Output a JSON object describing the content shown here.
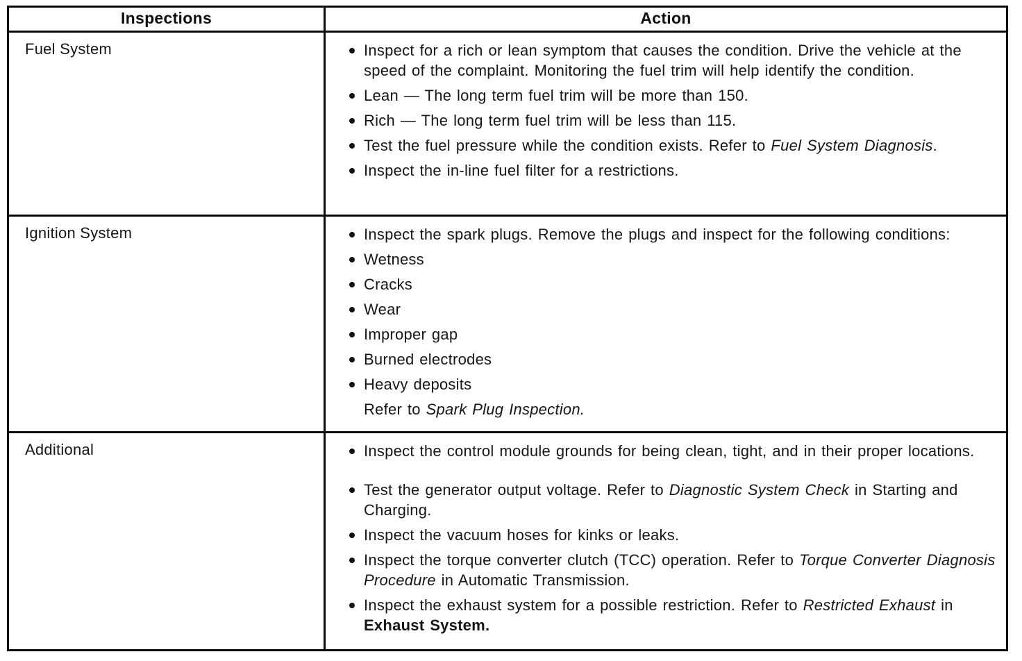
{
  "page": {
    "background": "#ffffff",
    "text_color": "#161616",
    "border_color": "#0a0a0a"
  },
  "table": {
    "headers": [
      "Inspections",
      "Action"
    ],
    "rows": [
      {
        "inspection": "Fuel System",
        "actions": [
          {
            "bullet": true,
            "segments": [
              {
                "text": "Inspect for a rich or lean symptom that causes the condition. Drive the vehicle at the speed of the complaint. Monitoring the fuel trim will help identify the condition."
              }
            ]
          },
          {
            "bullet": true,
            "segments": [
              {
                "text": "Lean — The long term fuel trim will be more than 150."
              }
            ]
          },
          {
            "bullet": true,
            "segments": [
              {
                "text": "Rich — The long term fuel trim will be less than 115."
              }
            ]
          },
          {
            "bullet": true,
            "segments": [
              {
                "text": "Test the fuel pressure while the condition exists. Refer to "
              },
              {
                "text": "Fuel System Diagnosis",
                "italic": true
              },
              {
                "text": "."
              }
            ]
          },
          {
            "bullet": true,
            "segments": [
              {
                "text": "Inspect the in-line fuel filter for a restrictions."
              }
            ]
          }
        ]
      },
      {
        "inspection": "Ignition System",
        "actions": [
          {
            "bullet": true,
            "segments": [
              {
                "text": "Inspect the spark plugs. Remove the plugs and inspect for the following conditions:"
              }
            ]
          },
          {
            "bullet": true,
            "segments": [
              {
                "text": "Wetness"
              }
            ]
          },
          {
            "bullet": true,
            "segments": [
              {
                "text": "Cracks"
              }
            ]
          },
          {
            "bullet": true,
            "segments": [
              {
                "text": "Wear"
              }
            ]
          },
          {
            "bullet": true,
            "segments": [
              {
                "text": "Improper gap"
              }
            ]
          },
          {
            "bullet": true,
            "segments": [
              {
                "text": "Burned electrodes"
              }
            ]
          },
          {
            "bullet": true,
            "segments": [
              {
                "text": "Heavy deposits"
              }
            ]
          },
          {
            "bullet": false,
            "segments": [
              {
                "text": "Refer to "
              },
              {
                "text": "Spark Plug Inspection.",
                "italic": true
              }
            ]
          }
        ]
      },
      {
        "inspection": "Additional",
        "actions": [
          {
            "bullet": true,
            "segments": [
              {
                "text": "Inspect the control module grounds for being clean, tight, and in their proper locations."
              }
            ]
          },
          {
            "bullet": true,
            "spacer_before": true,
            "segments": [
              {
                "text": "Test the generator output voltage. Refer to "
              },
              {
                "text": "Diagnostic System Check",
                "italic": true
              },
              {
                "text": " in Starting and Charging."
              }
            ]
          },
          {
            "bullet": true,
            "segments": [
              {
                "text": "Inspect the vacuum hoses for kinks or leaks."
              }
            ]
          },
          {
            "bullet": true,
            "segments": [
              {
                "text": "Inspect the torque converter clutch (TCC) operation. Refer to "
              },
              {
                "text": "Torque Converter Diagnosis Procedure",
                "italic": true
              },
              {
                "text": " in Automatic Transmission."
              }
            ]
          },
          {
            "bullet": true,
            "segments": [
              {
                "text": "Inspect the exhaust system for a possible restriction. Refer to "
              },
              {
                "text": "Restricted Exhaust",
                "italic": true
              },
              {
                "text": " in "
              },
              {
                "text": "Exhaust System.",
                "bold": true
              }
            ]
          }
        ]
      }
    ]
  }
}
